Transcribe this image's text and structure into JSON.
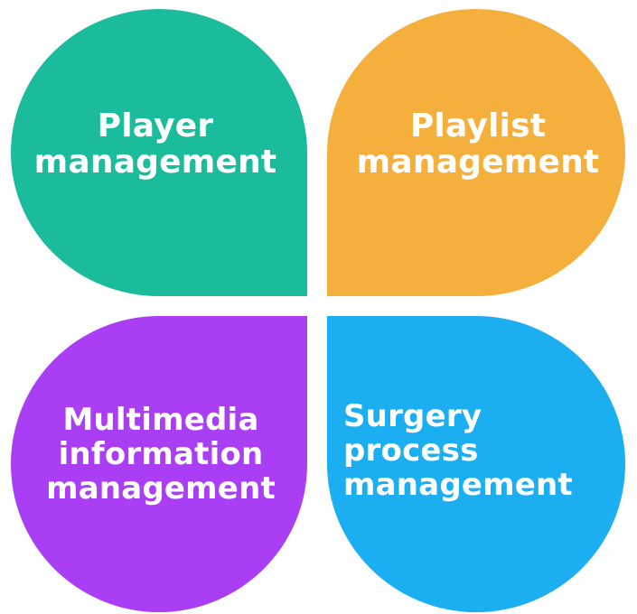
{
  "petals": {
    "top_left": {
      "lines": [
        "Player",
        "management"
      ],
      "color": "#1ABC9C"
    },
    "top_right": {
      "lines": [
        "Playlist",
        "management"
      ],
      "color": "#F5AF3C"
    },
    "bottom_left": {
      "lines": [
        "Multimedia",
        "information",
        "management"
      ],
      "color": "#A93EF5"
    },
    "bottom_right": {
      "lines": [
        "Surgery process",
        "management"
      ],
      "color": "#1BAEF1"
    }
  }
}
